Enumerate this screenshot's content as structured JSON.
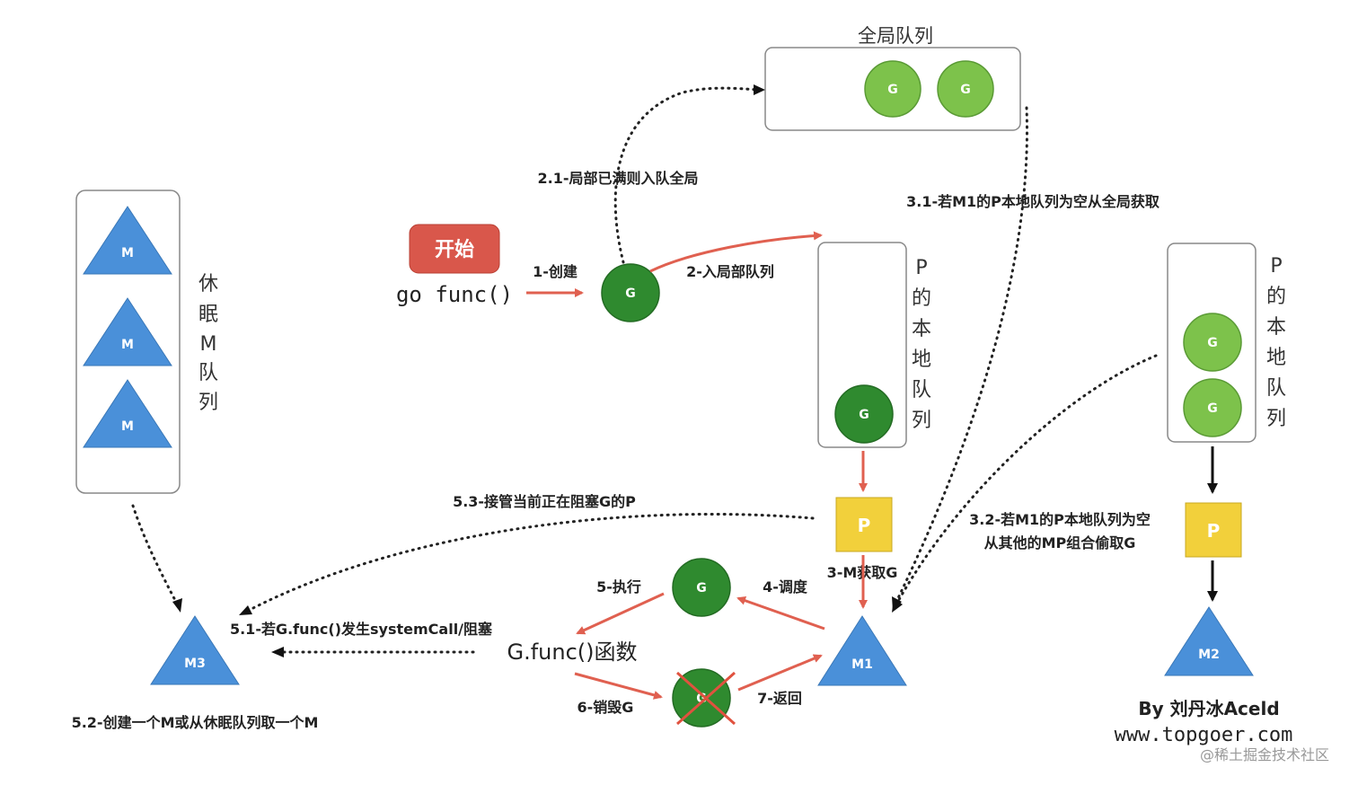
{
  "title_global_queue": "全局队列",
  "vertical_labels": {
    "sleep_m_queue": [
      "休",
      "眠",
      "M",
      "队",
      "列"
    ],
    "p1_local_queue": [
      "P",
      "的",
      "本",
      "地",
      "队",
      "列"
    ],
    "p2_local_queue": [
      "P",
      "的",
      "本",
      "地",
      "队",
      "列"
    ]
  },
  "nodes": {
    "g": "G",
    "p": "P",
    "m": "M",
    "m1": "M1",
    "m2": "M2",
    "m3": "M3"
  },
  "start_button": "开始",
  "go_func": "go func()",
  "g_func": "G.func()函数",
  "steps": {
    "create": "1-创建",
    "enqueue_local": "2-入局部队列",
    "enqueue_global": "2.1-局部已满则入队全局",
    "m_get_g": "3-M获取G",
    "global_fetch": "3.1-若M1的P本地队列为空从全局获取",
    "steal_line1": "3.2-若M1的P本地队列为空",
    "steal_line2": "从其他的MP组合偷取G",
    "schedule": "4-调度",
    "execute": "5-执行",
    "syscall_block": "5.1-若G.func()发生systemCall/阻塞",
    "create_m": "5.2-创建一个M或从休眠队列取一个M",
    "take_over_p": "5.3-接管当前正在阻塞G的P",
    "destroy_g": "6-销毁G",
    "return": "7-返回"
  },
  "credit": "By 刘丹冰Aceld",
  "website": "www.topgoer.com",
  "watermark": "@稀土掘金技术社区",
  "colors": {
    "g_light": "#7dc24b",
    "g_dark": "#2f8a2f",
    "m_blue": "#4a90d9",
    "p_yellow": "#f2d03b",
    "start_red": "#d9574b",
    "arrow_red": "#e06050"
  }
}
